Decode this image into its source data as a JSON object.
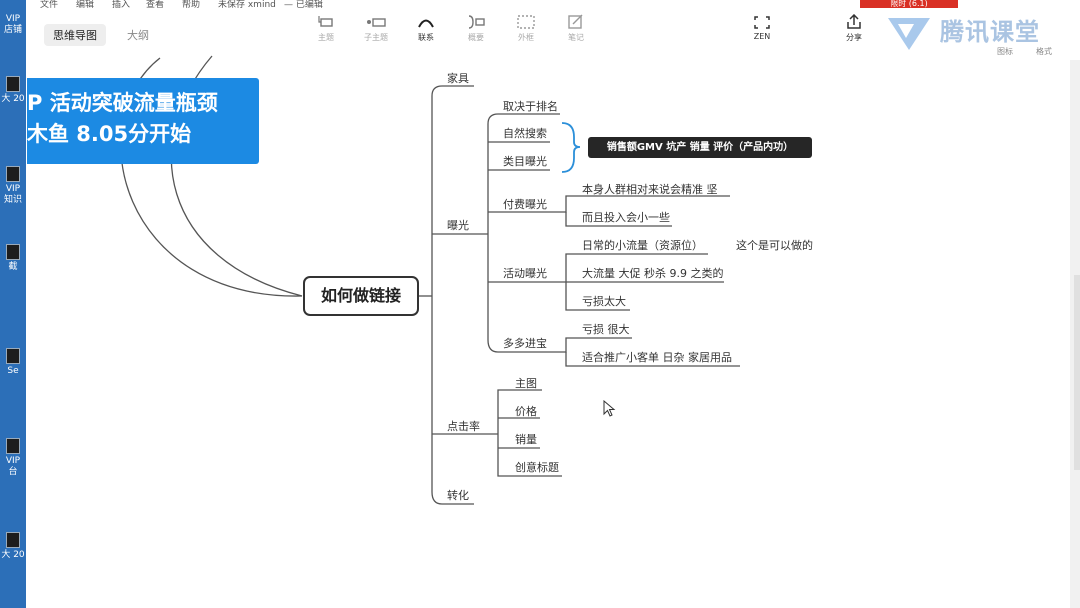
{
  "menu": [
    "文件",
    "编辑",
    "插入",
    "查看",
    "帮助",
    "未保存 xmind",
    "— 已编辑"
  ],
  "tabs": [
    {
      "label": "思维导图",
      "active": true
    },
    {
      "label": "大纲",
      "active": false
    }
  ],
  "toolbar": {
    "tools": [
      {
        "label": "主题",
        "icon": "topic-icon"
      },
      {
        "label": "子主题",
        "icon": "subtopic-icon"
      },
      {
        "label": "联系",
        "icon": "relationship-icon"
      },
      {
        "label": "概要",
        "icon": "summary-icon"
      },
      {
        "label": "外框",
        "icon": "boundary-icon"
      },
      {
        "label": "笔记",
        "icon": "note-icon"
      },
      {
        "label": "ZEN",
        "icon": "zen-icon"
      },
      {
        "label": "分享",
        "icon": "share-icon"
      }
    ],
    "right_labels": [
      "图标",
      "格式"
    ],
    "badge": "限时 (6.1)"
  },
  "brand": {
    "name": "腾讯课堂"
  },
  "desktop": {
    "items": [
      "VIP 店铺",
      "大 20",
      "VIP 知识",
      "截",
      "Se",
      "VIP 台",
      "大 20"
    ]
  },
  "banner": {
    "line1": "P 活动突破流量瓶颈",
    "line2": "木鱼 8.05分开始"
  },
  "mindmap": {
    "root": "如何做链接",
    "branches": {
      "furniture": "家具",
      "exposure": "曝光",
      "ctr": "点击率",
      "conversion": "转化"
    },
    "exposure_children": {
      "ranking": "取决于排名",
      "natural_search": "自然搜索",
      "category": "类目曝光",
      "paid": "付费曝光",
      "activity": "活动曝光",
      "pdd": "多多进宝"
    },
    "callout": "销售额GMV 坑产  销量 评价（产品内功）",
    "paid_children": [
      "本身人群相对来说会精准   坚",
      "而且投入会小一些"
    ],
    "activity_children": [
      "日常的小流量（资源位）",
      "大流量 大促 秒杀 9.9 之类的",
      "亏损太大"
    ],
    "activity_note": "这个是可以做的",
    "pdd_children": [
      "亏损  很大",
      "适合推广小客单  日杂 家居用品"
    ],
    "ctr_children": [
      "主图",
      "价格",
      "销量",
      "创意标题"
    ]
  },
  "colors": {
    "banner": "#1c8ae3",
    "desktop": "#2c6fb8",
    "summary_bracket": "#2b8fd9",
    "callout": "#262626"
  }
}
